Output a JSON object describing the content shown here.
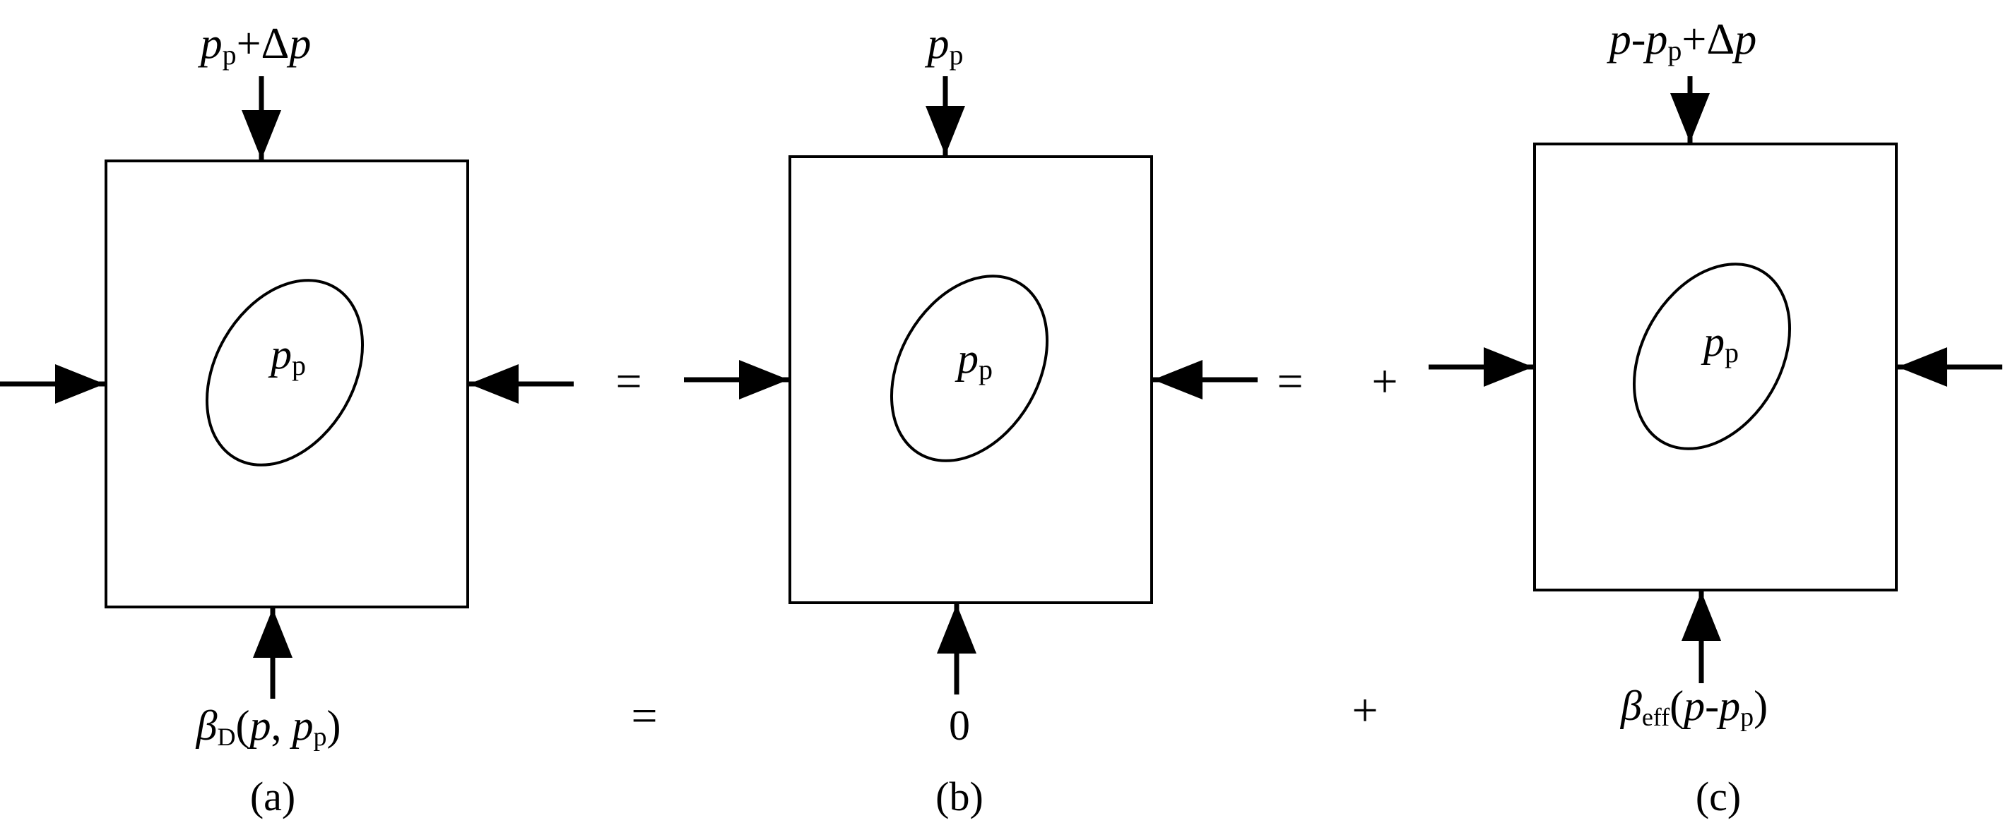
{
  "panels": {
    "a": {
      "caption": "(a)",
      "top_load": {
        "p": "p",
        "sub": "p",
        "plus": "+",
        "delta": "Δ",
        "p2": "p"
      },
      "pore": {
        "p": "p",
        "sub": "p"
      },
      "bottom_load": {
        "beta": "β",
        "sub": "D",
        "open": "(",
        "p": "p",
        "comma": ", ",
        "p2": "p",
        "sub2": "p",
        "close": ")"
      }
    },
    "b": {
      "caption": "(b)",
      "top_load": {
        "p": "p",
        "sub": "p"
      },
      "pore": {
        "p": "p",
        "sub": "p"
      },
      "bottom_load": "0"
    },
    "c": {
      "caption": "(c)",
      "top_load": {
        "p": "p",
        "minus": "-",
        "p2": "p",
        "sub": "p",
        "plus": "+",
        "delta": "Δ",
        "p3": "p"
      },
      "pore": {
        "p": "p",
        "sub": "p"
      },
      "bottom_load": {
        "beta": "β",
        "sub": "eff",
        "open": "(",
        "p": "p",
        "minus": "-",
        "p2": "p",
        "sub2": "p",
        "close": ")"
      }
    }
  },
  "operators": {
    "equals_row1": "=",
    "equals_row1b": "=",
    "plus_row1": "+",
    "equals_row2": "=",
    "plus_row2": "+"
  }
}
